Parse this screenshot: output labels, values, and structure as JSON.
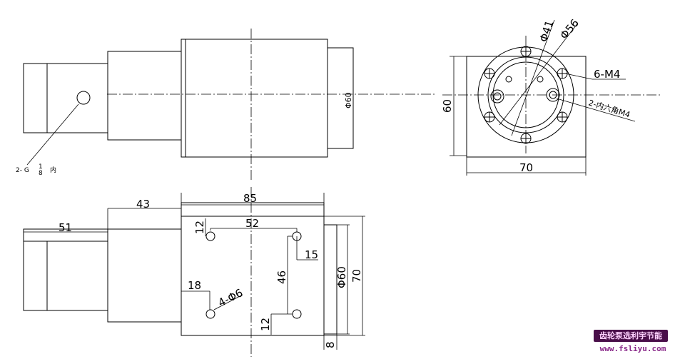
{
  "labels": {
    "top_dia_60": "Φ60",
    "thread": "2- G",
    "thread_frac_num": "1",
    "thread_frac_den": "8",
    "thread_suffix": "内",
    "side_dia_41": "Φ41",
    "side_dia_56": "Φ56",
    "holes_6m4": "6-M4",
    "holes_2m4": "2-内六角M4",
    "side_height_60": "60",
    "side_width_70": "70",
    "len_85": "85",
    "len_43": "43",
    "len_51": "51",
    "len_52": "52",
    "dim_12_top": "12",
    "dim_15": "15",
    "dim_46": "46",
    "dim_18": "18",
    "holes_4dia6": "4-Φ6",
    "dim_12_bottom": "12",
    "bottom_dia_60": "Φ60",
    "bottom_70": "70",
    "dim_8": "8"
  },
  "watermark": {
    "title": "齿轮泵选利宇节能",
    "url": "www.fsliyu.com"
  }
}
